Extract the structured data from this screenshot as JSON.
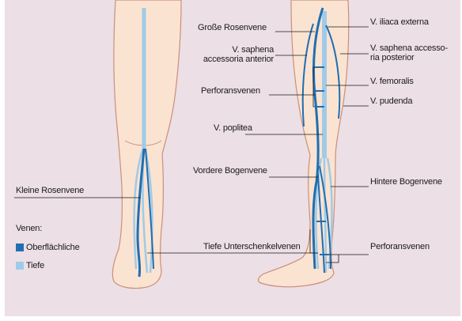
{
  "colors": {
    "panel": "#ecdfe5",
    "skin": "#fbe3d2",
    "skin_outline": "#c9907a",
    "superficial": "#1f6fb2",
    "deep": "#9fcbe8"
  },
  "labels": {
    "grosse_rosenvene": "Große Rosenvene",
    "v_saphena_acc_ant_1": "V. saphena",
    "v_saphena_acc_ant_2": "accessoria anterior",
    "perforansvenen_top": "Perforansvenen",
    "v_poplitea": "V. poplitea",
    "vordere_bogenvene": "Vordere Bogenvene",
    "kleine_rosenvene": "Kleine Rosenvene",
    "tiefe_unterschenkelvenen": "Tiefe Unterschenkelvenen",
    "v_iliaca_externa": "V. iliaca externa",
    "v_saphena_acc_post_1": "V. saphena accesso-",
    "v_saphena_acc_post_2": "ria posterior",
    "v_femoralis": "V. femoralis",
    "v_pudenda": "V. pudenda",
    "hintere_bogenvene": "Hintere Bogenvene",
    "perforansvenen_bottom": "Perforansvenen"
  },
  "legend": {
    "title": "Venen:",
    "superficial_label": "Oberflächliche",
    "deep_label": "Tiefe"
  }
}
